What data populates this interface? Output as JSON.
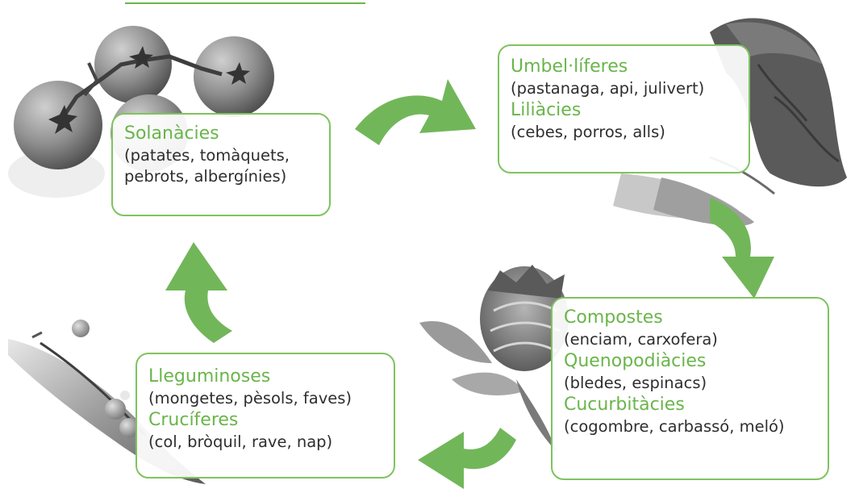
{
  "colors": {
    "accent": "#6ab54b",
    "border": "#7fc35f",
    "arrow": "#72b65a",
    "text": "#2e2e2e"
  },
  "groups": [
    {
      "family": "Solanàcies",
      "examples": [
        "(patates, tomàquets,",
        "pebrots, albergínies)"
      ]
    },
    {
      "family": "Umbel·líferes",
      "examples": [
        "(pastanaga, api, julivert)"
      ],
      "family2": "Liliàcies",
      "examples2": [
        "(cebes, porros, alls)"
      ]
    },
    {
      "family": "Compostes",
      "examples": [
        "(enciam, carxofera)"
      ],
      "family2": "Quenopodiàcies",
      "examples2": [
        "(bledes, espinacs)"
      ],
      "family3": "Cucurbitàcies",
      "examples3": [
        "(cogombre, carbassó, meló)"
      ]
    },
    {
      "family": "Lleguminoses",
      "examples": [
        "(mongetes, pèsols, faves)"
      ],
      "family2": "Crucíferes",
      "examples2": [
        "(col, bròquil, rave, nap)"
      ]
    }
  ],
  "icons": [
    "tomato-image",
    "carrot-image",
    "artichoke-image",
    "pea-pod-image",
    "cycle-arrow-icon"
  ]
}
